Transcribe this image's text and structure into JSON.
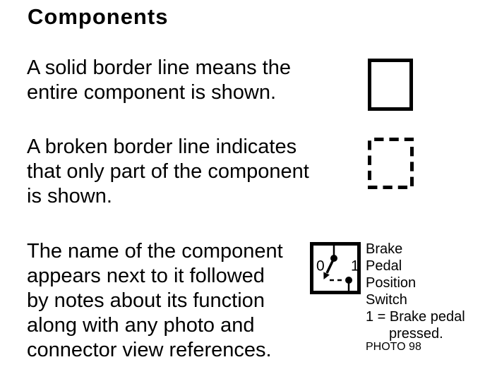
{
  "page": {
    "title": "Components",
    "background_color": "#ffffff",
    "text_color": "#000000"
  },
  "sections": [
    {
      "symbol": "solid-border-box",
      "text": "A solid border line means the\nentire component is shown."
    },
    {
      "symbol": "broken-border-box",
      "text": "A broken border line indicates\nthat only part of the component\nis shown."
    },
    {
      "symbol": "switch-diagram",
      "text": "The name of the component\nappears next to it followed\nby notes about its function\nalong with any photo and\nconnector view references."
    }
  ],
  "switch_diagram": {
    "off_label": "0",
    "on_label": "1",
    "component_name": "Brake\nPedal\nPosition\nSwitch",
    "note_line1": "1 = Brake pedal",
    "note_line2": "pressed.",
    "photo_reference": "PHOTO 98"
  }
}
